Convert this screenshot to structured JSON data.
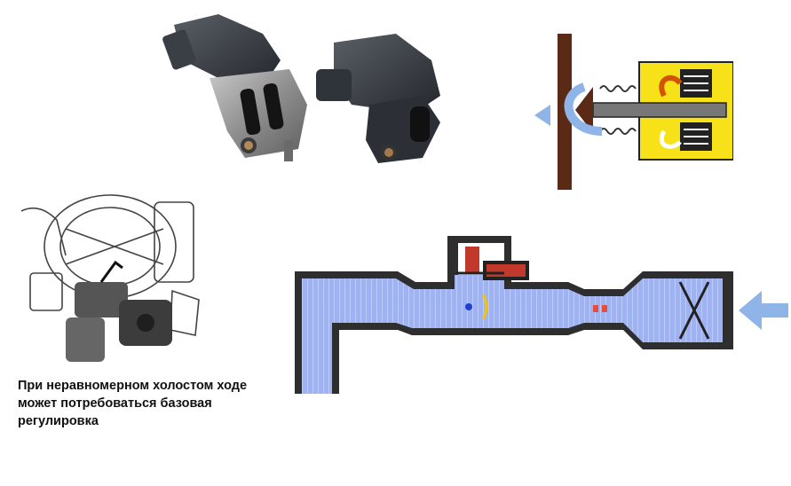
{
  "caption": {
    "lines": [
      "При неравномерном холостом ходе",
      "может потребоваться базовая",
      "регулировка"
    ]
  },
  "images": {
    "photo": "idle-air-control-valves-photo",
    "solenoid": "solenoid-valve-cross-section",
    "sketch": "throttle-body-line-drawing",
    "airflow": "intake-airflow-cutaway"
  },
  "colors": {
    "flow_fill": "#9db3f5",
    "housing": "#2e2e2e",
    "solenoid_yellow": "#f7e21a",
    "coil": "#c0392b",
    "arrow_blue": "#8fb4e8",
    "plunger_brown": "#5a2a16"
  }
}
